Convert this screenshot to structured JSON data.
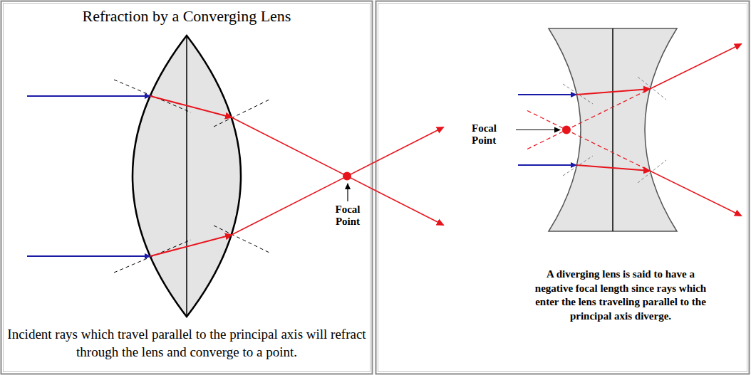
{
  "diagram": {
    "title": "Refraction by a Converging Lens",
    "caption": "Incident rays which travel parallel to the principal axis will refract through the lens and converge to a point.",
    "labels": [
      "Focal Point",
      "Focal Point",
      "A diverging lens is said to have a negative focal length since rays which enter the lens traveling parallel to the principal axis diverge."
    ]
  }
}
